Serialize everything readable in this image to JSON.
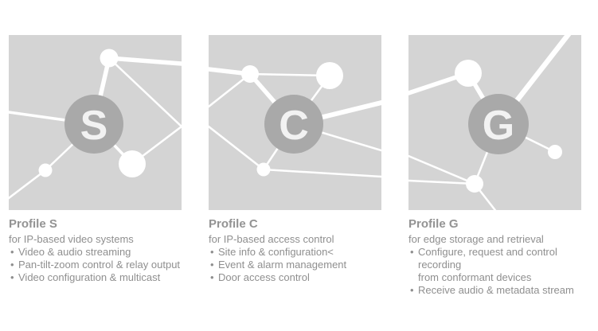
{
  "colors": {
    "page_background": "#ffffff",
    "tile_background": "#d4d4d4",
    "graph_lines_nodes": "#ffffff",
    "badge_circle": "#a9a9a9",
    "badge_letter": "#f2f2f2",
    "title_text": "#939393",
    "body_text": "#8f8f8f"
  },
  "cards": [
    {
      "letter": "S",
      "title": "Profile S",
      "subtitle": "for IP-based video systems",
      "bullets": [
        "Video & audio streaming",
        "Pan-tilt-zoom control & relay output",
        "Video configuration & multicast"
      ]
    },
    {
      "letter": "C",
      "title": "Profile C",
      "subtitle": "for IP-based access control",
      "bullets": [
        "Site info & configuration<",
        "Event & alarm management",
        "Door access control"
      ]
    },
    {
      "letter": "G",
      "title": "Profile G",
      "subtitle": "for edge storage and retrieval",
      "bullets": [
        "Configure, request and control recording\nfrom conformant devices",
        "Receive audio & metadata stream"
      ]
    }
  ]
}
